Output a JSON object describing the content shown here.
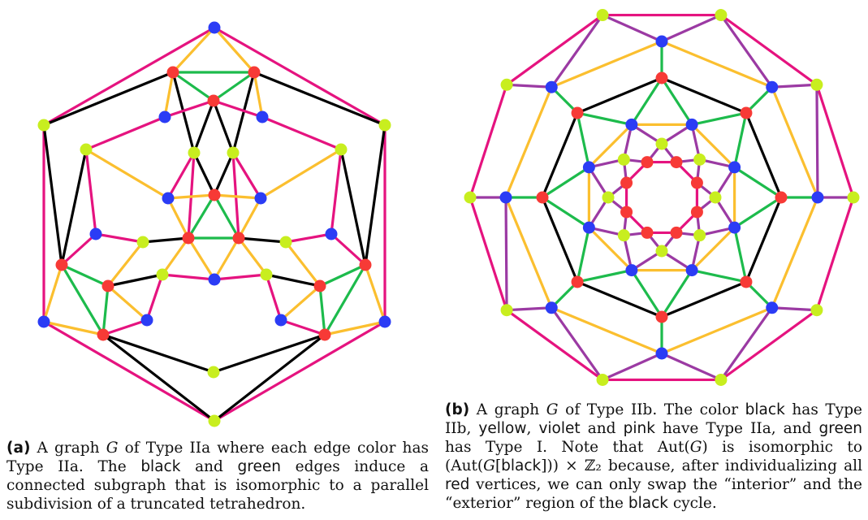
{
  "colors": {
    "black": "#000000",
    "yellow": "#fbbf2f",
    "violet": "#9b3aa3",
    "pink": "#e5137f",
    "green": "#1dbb4c",
    "red_vertex": "#f73a36",
    "blue_vertex": "#2b3cf5",
    "lime_vertex": "#c8ee1f"
  },
  "graph_a": {
    "vertices": [
      {
        "id": "blue-top",
        "color": "blue"
      },
      {
        "id": "r-top-left",
        "color": "red"
      },
      {
        "id": "r-top-right",
        "color": "red"
      },
      {
        "id": "r-top-center",
        "color": "red"
      },
      {
        "id": "l-outer-left",
        "color": "lime"
      },
      {
        "id": "l-outer-right",
        "color": "lime"
      },
      {
        "id": "b-upper-left",
        "color": "blue"
      },
      {
        "id": "b-upper-right",
        "color": "blue"
      },
      {
        "id": "l-upper-left",
        "color": "lime"
      },
      {
        "id": "l-upper-right",
        "color": "lime"
      },
      {
        "id": "l-inner-left",
        "color": "lime"
      },
      {
        "id": "l-inner-right",
        "color": "lime"
      },
      {
        "id": "r-center-top",
        "color": "red"
      },
      {
        "id": "b-center-left",
        "color": "blue"
      },
      {
        "id": "b-center-right",
        "color": "blue"
      },
      {
        "id": "b-side-left",
        "color": "blue"
      },
      {
        "id": "b-side-right",
        "color": "blue"
      },
      {
        "id": "r-center-left",
        "color": "red"
      },
      {
        "id": "r-center-right",
        "color": "red"
      },
      {
        "id": "l-mid-left",
        "color": "lime"
      },
      {
        "id": "l-mid-right",
        "color": "lime"
      },
      {
        "id": "r-far-left",
        "color": "red"
      },
      {
        "id": "r-far-right",
        "color": "red"
      },
      {
        "id": "r-low-left",
        "color": "red"
      },
      {
        "id": "r-low-right",
        "color": "red"
      },
      {
        "id": "l-low-left",
        "color": "lime"
      },
      {
        "id": "l-low-right",
        "color": "lime"
      },
      {
        "id": "b-center-bottom",
        "color": "blue"
      },
      {
        "id": "b-lower-left",
        "color": "blue"
      },
      {
        "id": "b-lower-right",
        "color": "blue"
      },
      {
        "id": "b-corner-left",
        "color": "blue"
      },
      {
        "id": "b-corner-right",
        "color": "blue"
      },
      {
        "id": "r-bottom-left",
        "color": "red"
      },
      {
        "id": "r-bottom-right",
        "color": "red"
      },
      {
        "id": "l-bottom",
        "color": "lime"
      },
      {
        "id": "l-bottom-tip",
        "color": "lime"
      }
    ],
    "edges": [
      [
        "blue-top",
        "l-outer-left",
        "pink"
      ],
      [
        "blue-top",
        "l-outer-right",
        "pink"
      ],
      [
        "l-outer-left",
        "b-corner-left",
        "pink"
      ],
      [
        "l-outer-right",
        "b-corner-right",
        "pink"
      ],
      [
        "b-corner-left",
        "l-bottom-tip",
        "pink"
      ],
      [
        "b-corner-right",
        "l-bottom-tip",
        "pink"
      ],
      [
        "blue-top",
        "r-top-left",
        "yellow"
      ],
      [
        "blue-top",
        "r-top-right",
        "yellow"
      ],
      [
        "r-top-left",
        "r-top-right",
        "green"
      ],
      [
        "r-top-left",
        "r-top-center",
        "green"
      ],
      [
        "r-top-right",
        "r-top-center",
        "green"
      ],
      [
        "r-top-left",
        "b-upper-left",
        "yellow"
      ],
      [
        "r-top-right",
        "b-upper-right",
        "yellow"
      ],
      [
        "r-top-left",
        "l-outer-left",
        "black"
      ],
      [
        "r-top-right",
        "l-outer-right",
        "black"
      ],
      [
        "r-top-left",
        "l-inner-left",
        "black"
      ],
      [
        "r-top-right",
        "l-inner-right",
        "black"
      ],
      [
        "r-top-center",
        "b-upper-left",
        "pink"
      ],
      [
        "r-top-center",
        "b-upper-right",
        "pink"
      ],
      [
        "r-top-center",
        "l-inner-left",
        "black"
      ],
      [
        "r-top-center",
        "l-inner-right",
        "black"
      ],
      [
        "b-upper-left",
        "l-upper-left",
        "pink"
      ],
      [
        "b-upper-right",
        "l-upper-right",
        "pink"
      ],
      [
        "l-outer-left",
        "r-far-left",
        "black"
      ],
      [
        "l-outer-right",
        "r-far-right",
        "black"
      ],
      [
        "l-upper-left",
        "r-far-left",
        "black"
      ],
      [
        "l-upper-right",
        "r-far-right",
        "black"
      ],
      [
        "l-upper-left",
        "b-side-left",
        "pink"
      ],
      [
        "l-upper-right",
        "b-side-right",
        "pink"
      ],
      [
        "l-inner-left",
        "b-center-left",
        "pink"
      ],
      [
        "l-inner-right",
        "b-center-right",
        "pink"
      ],
      [
        "l-inner-left",
        "r-center-left",
        "pink"
      ],
      [
        "l-inner-right",
        "r-center-right",
        "pink"
      ],
      [
        "r-center-top",
        "b-center-left",
        "yellow"
      ],
      [
        "r-center-top",
        "b-center-right",
        "yellow"
      ],
      [
        "r-center-top",
        "l-inner-left",
        "black"
      ],
      [
        "r-center-top",
        "l-inner-right",
        "black"
      ],
      [
        "r-center-top",
        "r-center-left",
        "green"
      ],
      [
        "r-center-top",
        "r-center-right",
        "green"
      ],
      [
        "r-center-left",
        "r-center-right",
        "green"
      ],
      [
        "b-center-left",
        "r-center-left",
        "yellow"
      ],
      [
        "b-center-right",
        "r-center-right",
        "yellow"
      ],
      [
        "r-center-left",
        "l-mid-left",
        "black"
      ],
      [
        "r-center-right",
        "l-mid-right",
        "black"
      ],
      [
        "r-center-left",
        "l-low-left",
        "yellow"
      ],
      [
        "r-center-right",
        "l-low-right",
        "yellow"
      ],
      [
        "r-center-left",
        "b-center-bottom",
        "yellow"
      ],
      [
        "r-center-right",
        "b-center-bottom",
        "yellow"
      ],
      [
        "l-mid-left",
        "b-side-left",
        "pink"
      ],
      [
        "l-mid-right",
        "b-side-right",
        "pink"
      ],
      [
        "b-side-left",
        "r-far-left",
        "pink"
      ],
      [
        "b-side-right",
        "r-far-right",
        "pink"
      ],
      [
        "l-mid-left",
        "r-low-left",
        "yellow"
      ],
      [
        "l-mid-right",
        "r-low-right",
        "yellow"
      ],
      [
        "r-far-left",
        "r-low-left",
        "green"
      ],
      [
        "r-far-right",
        "r-low-right",
        "green"
      ],
      [
        "r-far-left",
        "r-bottom-left",
        "green"
      ],
      [
        "r-far-right",
        "r-bottom-right",
        "green"
      ],
      [
        "r-far-left",
        "b-corner-left",
        "yellow"
      ],
      [
        "r-far-right",
        "b-corner-right",
        "yellow"
      ],
      [
        "r-low-left",
        "r-bottom-left",
        "green"
      ],
      [
        "r-low-right",
        "r-bottom-right",
        "green"
      ],
      [
        "r-low-left",
        "l-low-left",
        "black"
      ],
      [
        "r-low-right",
        "l-low-right",
        "black"
      ],
      [
        "r-low-left",
        "b-lower-left",
        "yellow"
      ],
      [
        "r-low-right",
        "b-lower-right",
        "yellow"
      ],
      [
        "l-low-left",
        "b-center-bottom",
        "pink"
      ],
      [
        "l-low-right",
        "b-center-bottom",
        "pink"
      ],
      [
        "l-low-left",
        "b-lower-left",
        "pink"
      ],
      [
        "l-low-right",
        "b-lower-right",
        "pink"
      ],
      [
        "b-lower-left",
        "r-bottom-left",
        "pink"
      ],
      [
        "b-lower-right",
        "r-bottom-right",
        "pink"
      ],
      [
        "b-corner-left",
        "r-bottom-left",
        "yellow"
      ],
      [
        "b-corner-right",
        "r-bottom-right",
        "yellow"
      ],
      [
        "r-bottom-left",
        "l-bottom",
        "black"
      ],
      [
        "r-bottom-right",
        "l-bottom",
        "black"
      ],
      [
        "r-bottom-left",
        "l-bottom-tip",
        "black"
      ],
      [
        "r-bottom-right",
        "l-bottom-tip",
        "black"
      ],
      [
        "b-center-left",
        "l-upper-left",
        "yellow"
      ],
      [
        "b-center-right",
        "l-upper-right",
        "yellow"
      ]
    ]
  },
  "graph_b": {
    "vertices": [
      {
        "id": "outer-1",
        "color": "lime"
      },
      {
        "id": "outer-2",
        "color": "lime"
      },
      {
        "id": "outer-3",
        "color": "lime"
      },
      {
        "id": "outer-4",
        "color": "lime"
      },
      {
        "id": "outer-5",
        "color": "lime"
      },
      {
        "id": "outer-6",
        "color": "lime"
      },
      {
        "id": "outer-7",
        "color": "lime"
      },
      {
        "id": "outer-8",
        "color": "lime"
      },
      {
        "id": "outer-9",
        "color": "lime"
      },
      {
        "id": "outer-10",
        "color": "lime"
      },
      {
        "id": "ob-1",
        "color": "blue"
      },
      {
        "id": "ob-2",
        "color": "blue"
      },
      {
        "id": "ob-3",
        "color": "blue"
      },
      {
        "id": "ob-4",
        "color": "blue"
      },
      {
        "id": "ob-5",
        "color": "blue"
      },
      {
        "id": "ob-6",
        "color": "blue"
      },
      {
        "id": "ob-7",
        "color": "blue"
      },
      {
        "id": "ob-8",
        "color": "blue"
      },
      {
        "id": "or-1",
        "color": "red"
      },
      {
        "id": "or-2",
        "color": "red"
      },
      {
        "id": "or-3",
        "color": "red"
      },
      {
        "id": "or-4",
        "color": "red"
      },
      {
        "id": "or-5",
        "color": "red"
      },
      {
        "id": "or-6",
        "color": "red"
      },
      {
        "id": "or-7",
        "color": "red"
      },
      {
        "id": "or-8",
        "color": "red"
      },
      {
        "id": "ib-1",
        "color": "blue"
      },
      {
        "id": "ib-2",
        "color": "blue"
      },
      {
        "id": "ib-3",
        "color": "blue"
      },
      {
        "id": "ib-4",
        "color": "blue"
      },
      {
        "id": "ib-5",
        "color": "blue"
      },
      {
        "id": "ib-6",
        "color": "blue"
      },
      {
        "id": "ib-7",
        "color": "blue"
      },
      {
        "id": "ib-8",
        "color": "blue"
      },
      {
        "id": "il-1",
        "color": "lime"
      },
      {
        "id": "il-2",
        "color": "lime"
      },
      {
        "id": "il-3",
        "color": "lime"
      },
      {
        "id": "il-4",
        "color": "lime"
      },
      {
        "id": "il-5",
        "color": "lime"
      },
      {
        "id": "il-6",
        "color": "lime"
      },
      {
        "id": "il-7",
        "color": "lime"
      },
      {
        "id": "il-8",
        "color": "lime"
      },
      {
        "id": "ir-1",
        "color": "red"
      },
      {
        "id": "ir-2",
        "color": "red"
      },
      {
        "id": "ir-3",
        "color": "red"
      },
      {
        "id": "ir-4",
        "color": "red"
      },
      {
        "id": "ir-5",
        "color": "red"
      },
      {
        "id": "ir-6",
        "color": "red"
      },
      {
        "id": "ir-7",
        "color": "red"
      },
      {
        "id": "ir-8",
        "color": "red"
      }
    ]
  },
  "caption_a": {
    "label": "(a)",
    "t1": " A graph ",
    "G": "G",
    "t2": " of Type IIa where each edge color has Type IIa. The ",
    "black": "black",
    "t3": " and ",
    "green": "green",
    "t4": " edges induce a connected subgraph that is isomorphic to a parallel subdivision of a truncated tetrahedron."
  },
  "caption_b": {
    "label": "(b)",
    "t1": " A graph ",
    "G": "G",
    "t2": " of Type IIb. The color ",
    "black": "black",
    "t3": " has Type IIb, ",
    "yellow": "yellow",
    "t4": ", ",
    "violet": "violet",
    "t5": " and ",
    "pink": "pink",
    "t6": " have Type IIa, and ",
    "green": "green",
    "t7": " has Type I. Note that Aut(",
    "G2": "G",
    "t8": ") is isomorphic to (Aut(",
    "G3": "G",
    "t9": "[",
    "black2": "black",
    "t10": "])) × ℤ₂ because, after individualizing all ",
    "red": "red",
    "t11": " vertices, we can only swap the “interior” and the “exterior” region of the ",
    "black3": "black",
    "t12": " cycle."
  }
}
